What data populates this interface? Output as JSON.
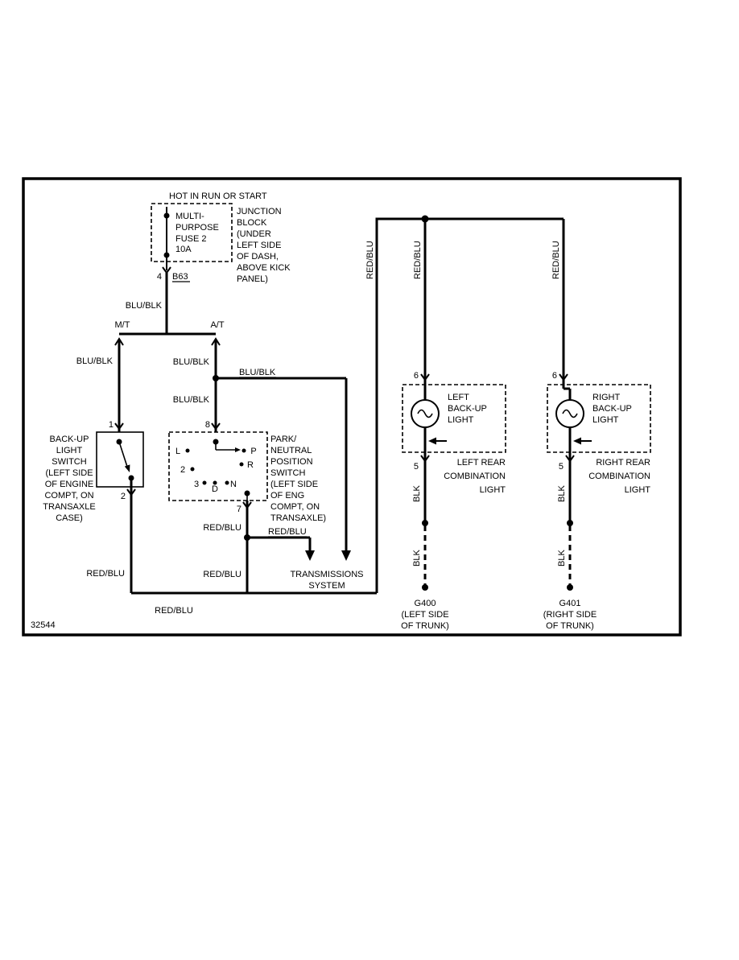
{
  "figure_id": "32544",
  "power": {
    "hot_label": "HOT IN RUN OR START",
    "fuse_lines": [
      "MULTI-",
      "PURPOSE",
      "FUSE 2",
      "10A"
    ],
    "junction_block_lines": [
      "JUNCTION",
      "BLOCK",
      "(UNDER",
      "LEFT SIDE",
      "OF DASH,",
      "ABOVE KICK",
      "PANEL)"
    ],
    "pin": "4",
    "connector": "B63"
  },
  "branches": {
    "mt": "M/T",
    "at": "A/T"
  },
  "wire_labels": {
    "blu_blk": "BLU/BLK",
    "red_blu": "RED/BLU",
    "blk": "BLK"
  },
  "backup_switch": {
    "pin_top": "1",
    "pin_bottom": "2",
    "label_lines": [
      "BACK-UP",
      "LIGHT",
      "SWITCH",
      "(LEFT SIDE",
      "OF ENGINE",
      "COMPT, ON",
      "TRANSAXLE",
      "CASE)"
    ]
  },
  "park_neutral_switch": {
    "pin_top": "8",
    "pin_bottom": "7",
    "positions": [
      "L",
      "2",
      "3",
      "D",
      "N",
      "R",
      "P"
    ],
    "label_lines": [
      "PARK/",
      "NEUTRAL",
      "POSITION",
      "SWITCH",
      "(LEFT SIDE",
      "OF ENG",
      "COMPT, ON",
      "TRANSAXLE)"
    ]
  },
  "transmission": {
    "lines": [
      "TRANSMISSIONS",
      "SYSTEM"
    ]
  },
  "left_light": {
    "pin_top": "6",
    "pin_bottom": "5",
    "label_lines": [
      "LEFT",
      "BACK-UP",
      "LIGHT"
    ],
    "assembly_lines": [
      "LEFT REAR",
      "COMBINATION",
      "LIGHT"
    ],
    "ground_name": "G400",
    "ground_location_lines": [
      "(LEFT SIDE",
      "OF TRUNK)"
    ]
  },
  "right_light": {
    "pin_top": "6",
    "pin_bottom": "5",
    "label_lines": [
      "RIGHT",
      "BACK-UP",
      "LIGHT"
    ],
    "assembly_lines": [
      "RIGHT REAR",
      "COMBINATION",
      "LIGHT"
    ],
    "ground_name": "G401",
    "ground_location_lines": [
      "(RIGHT SIDE",
      "OF TRUNK)"
    ]
  },
  "colors": {
    "line": "#000000",
    "background": "#ffffff"
  }
}
